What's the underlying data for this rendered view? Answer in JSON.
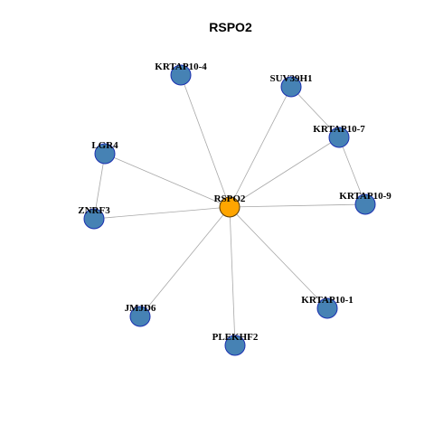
{
  "title": "RSPO2",
  "colors": {
    "hub_fill": "#FFA500",
    "node_fill": "#4682B4",
    "node_border": "#1a2fb0",
    "edge": "#a8a8a8"
  },
  "nodes": [
    {
      "id": "RSPO2",
      "label": "RSPO2",
      "hub": true
    },
    {
      "id": "KRTAP10-4",
      "label": "KRTAP10-4"
    },
    {
      "id": "SUV39H1",
      "label": "SUV39H1"
    },
    {
      "id": "KRTAP10-7",
      "label": "KRTAP10-7"
    },
    {
      "id": "LGR4",
      "label": "LGR4"
    },
    {
      "id": "KRTAP10-9",
      "label": "KRTAP10-9"
    },
    {
      "id": "ZNRF3",
      "label": "ZNRF3"
    },
    {
      "id": "KRTAP10-1",
      "label": "KRTAP10-1"
    },
    {
      "id": "JMJD6",
      "label": "JMJD6"
    },
    {
      "id": "PLEKHF2",
      "label": "PLEKHF2"
    }
  ],
  "edges": [
    [
      "RSPO2",
      "KRTAP10-4"
    ],
    [
      "RSPO2",
      "SUV39H1"
    ],
    [
      "RSPO2",
      "KRTAP10-7"
    ],
    [
      "RSPO2",
      "LGR4"
    ],
    [
      "RSPO2",
      "KRTAP10-9"
    ],
    [
      "RSPO2",
      "ZNRF3"
    ],
    [
      "RSPO2",
      "KRTAP10-1"
    ],
    [
      "RSPO2",
      "JMJD6"
    ],
    [
      "RSPO2",
      "PLEKHF2"
    ],
    [
      "SUV39H1",
      "KRTAP10-7"
    ],
    [
      "KRTAP10-7",
      "KRTAP10-9"
    ],
    [
      "LGR4",
      "ZNRF3"
    ]
  ]
}
